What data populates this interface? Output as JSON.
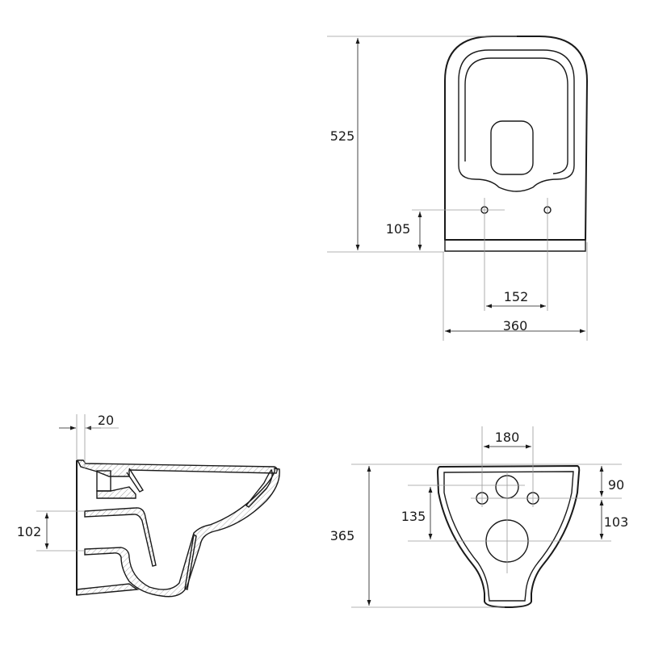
{
  "top_view": {
    "height": "525",
    "hole_height": "105",
    "hole_spacing": "152",
    "width": "360"
  },
  "side_view": {
    "wall_gap": "20",
    "outlet_height": "102"
  },
  "rear_view": {
    "height": "365",
    "fixing_spacing": "180",
    "top_to_fixing": "90",
    "fixing_to_outlet": "103",
    "inlet_to_outlet": "135"
  }
}
